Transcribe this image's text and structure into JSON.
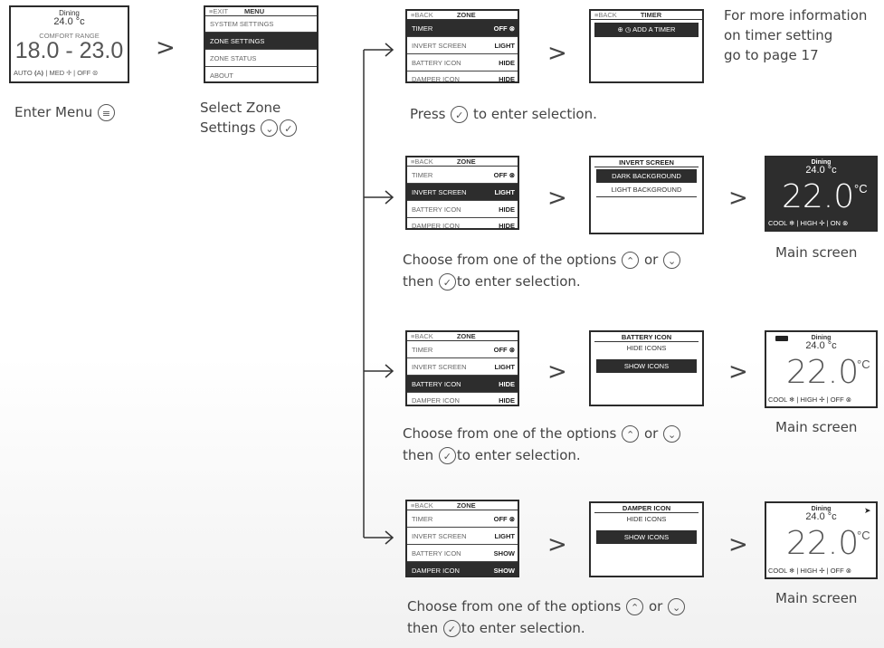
{
  "home": {
    "zone_name": "Dining",
    "setpoint": "24.0 °c",
    "comfort_label": "COMFORT RANGE",
    "range": "18.0 - 23.0",
    "status": "AUTO ⟬A⟭ | MED ✢ | OFF ⊗"
  },
  "captions": {
    "enter_menu": "Enter Menu",
    "select_zone": "Select Zone",
    "settings": "Settings",
    "timer_info": [
      "For more information",
      "on timer setting",
      "go to page 17"
    ],
    "press": "Press",
    "to_enter": "to enter selection.",
    "choose": "Choose from one of the options",
    "or": "or",
    "then": "then",
    "main_screen": "Main screen"
  },
  "separator": ">",
  "menu": {
    "back": "≡EXIT",
    "title": "MENU",
    "items": [
      "SYSTEM SETTINGS",
      "ZONE SETTINGS",
      "ZONE STATUS",
      "ABOUT"
    ]
  },
  "zone_menu": {
    "back": "≡BACK",
    "title": "ZONE",
    "rows": [
      {
        "label": "TIMER",
        "value": "OFF"
      },
      {
        "label": "INVERT SCREEN",
        "value": "LIGHT"
      },
      {
        "label": "BATTERY ICON",
        "value": "HIDE"
      },
      {
        "label": "DAMPER ICON",
        "value": "HIDE"
      }
    ],
    "damper_rows": [
      {
        "label": "TIMER",
        "value": "OFF"
      },
      {
        "label": "INVERT SCREEN",
        "value": "LIGHT"
      },
      {
        "label": "BATTERY ICON",
        "value": "SHOW"
      },
      {
        "label": "DAMPER ICON",
        "value": "SHOW"
      }
    ]
  },
  "timer_screen": {
    "back": "≡BACK",
    "title": "TIMER",
    "add": "⊕ ◷ ADD A TIMER"
  },
  "invert_screen": {
    "title": "INVERT SCREEN",
    "options": [
      "DARK BACKGROUND",
      "LIGHT BACKGROUND"
    ]
  },
  "battery_screen": {
    "title": "BATTERY ICON",
    "options": [
      "HIDE ICONS",
      "SHOW ICONS"
    ]
  },
  "damper_screen": {
    "title": "DAMPER ICON",
    "options": [
      "HIDE ICONS",
      "SHOW ICONS"
    ]
  },
  "main_screens": {
    "dark": {
      "name": "Dining",
      "set": "24.0 °c",
      "temp": "22.0",
      "unit": "°C",
      "status": "COOL ❄ | HIGH ✢ | ON ⊗"
    },
    "battery": {
      "name": "Dining",
      "set": "24.0 °c",
      "temp": "22.0",
      "unit": "°C",
      "status": "COOL ❄ | HIGH ✢ | OFF ⊗"
    },
    "damper": {
      "name": "Dining",
      "set": "24.0 °c",
      "temp": "22.0",
      "unit": "°C",
      "status": "COOL ❄ | HIGH ✢ | OFF ⊗"
    }
  },
  "icons": {
    "menu": "≡",
    "check": "✓",
    "up": "⌃",
    "down": "⌄"
  }
}
